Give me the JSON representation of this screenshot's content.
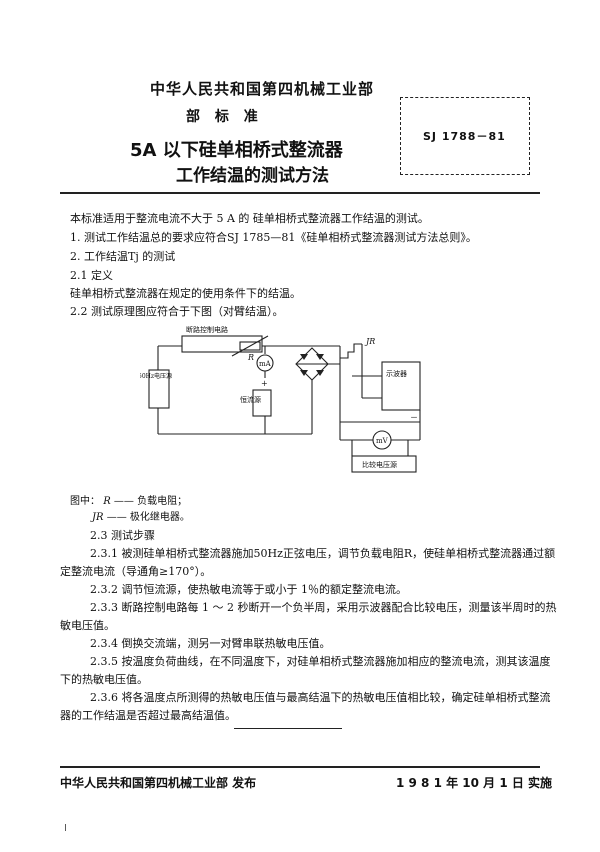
{
  "header": {
    "organization": "中华人民共和国第四机械工业部",
    "standard_type": "部 标 准",
    "title_line1": "5A 以下硅单相桥式整流器",
    "title_line2": "工作结温的测试方法",
    "standard_code": "SJ 1788－81"
  },
  "body": {
    "intro": "本标准适用于整流电流不大于 5 A 的 硅单相桥式整流器工作结温的测试。",
    "s1": "1.  测试工作结温总的要求应符合SJ 1785—81《硅单相桥式整流器测试方法总则》。",
    "s2": "2.  工作结温Tj 的测试",
    "s2_1": "2.1  定义",
    "s2_1_text": "硅单相桥式整流器在规定的使用条件下的结温。",
    "s2_2": "2.2  测试原理图应符合于下图（对臂结温）。"
  },
  "diagram": {
    "label_break_circuit": "断路控制电路",
    "label_R": "R",
    "label_JR": "JR",
    "label_mA": "mA",
    "label_50hz_source": "50Hz电压源",
    "label_cc_source": "恒流源",
    "label_oscilloscope": "示波器",
    "label_mV": "mV",
    "label_compare_source": "比较电压源",
    "label_plus": "+",
    "label_minus": "－"
  },
  "legend": {
    "prefix": "图中：",
    "r_sym": "R",
    "r_desc": "—— 负载电阻；",
    "jr_sym": "JR",
    "jr_desc": "—— 极化继电器。"
  },
  "steps": {
    "s2_3": "2.3  测试步骤",
    "s2_3_1a": "2.3.1  被测硅单相桥式整流器施加50Hz正弦电压，调节负载电阻R，使硅单相桥式整流器通过额",
    "s2_3_1b": "定整流电流（导通角≥170°）。",
    "s2_3_2": "2.3.2  调节恒流源，使热敏电流等于或小于 1％的额定整流电流。",
    "s2_3_3a": "2.3.3  断路控制电路每 1 ～ 2 秒断开一个负半周，采用示波器配合比较电压，测量该半周时的热",
    "s2_3_3b": "敏电压值。",
    "s2_3_4": "2.3.4  倒换交流端，测另一对臂串联热敏电压值。",
    "s2_3_5a": "2.3.5  按温度负荷曲线，在不同温度下，对硅单相桥式整流器施加相应的整流电流，测其该温度",
    "s2_3_5b": "下的热敏电压值。",
    "s2_3_6a": "2.3.6  将各温度点所测得的热敏电压值与最高结温下的热敏电压值相比较，确定硅单相桥式整流",
    "s2_3_6b": "器的工作结温是否超过最高结温值。"
  },
  "footer": {
    "publisher": "中华人民共和国第四机械工业部  发布",
    "date": "1 9 8 1 年 10 月 1 日  实施",
    "page_mark": "I"
  }
}
